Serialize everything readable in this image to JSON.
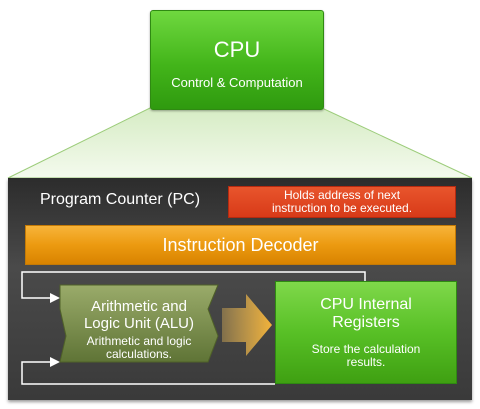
{
  "cpu": {
    "title": "CPU",
    "subtitle": "Control & Computation"
  },
  "program_counter": {
    "label": "Program Counter (PC)",
    "note_line1": "Holds address of next",
    "note_line2": "instruction to be executed."
  },
  "instruction_decoder": {
    "label": "Instruction Decoder"
  },
  "alu": {
    "title_line1": "Arithmetic and",
    "title_line2": "Logic Unit (ALU)",
    "desc_line1": "Arithmetic and logic",
    "desc_line2": "calculations."
  },
  "registers": {
    "title_line1": "CPU Internal",
    "title_line2": "Registers",
    "desc_line1": "Store the calculation",
    "desc_line2": "results."
  },
  "colors": {
    "cpu_green": "#43b51a",
    "panel_dark": "#3a3a3a",
    "pc_note_red": "#d83a18",
    "decoder_orange": "#ec9a10",
    "alu_olive": "#7a8f4a",
    "registers_green": "#58c026",
    "arrow_gold": "#f2b23a"
  }
}
